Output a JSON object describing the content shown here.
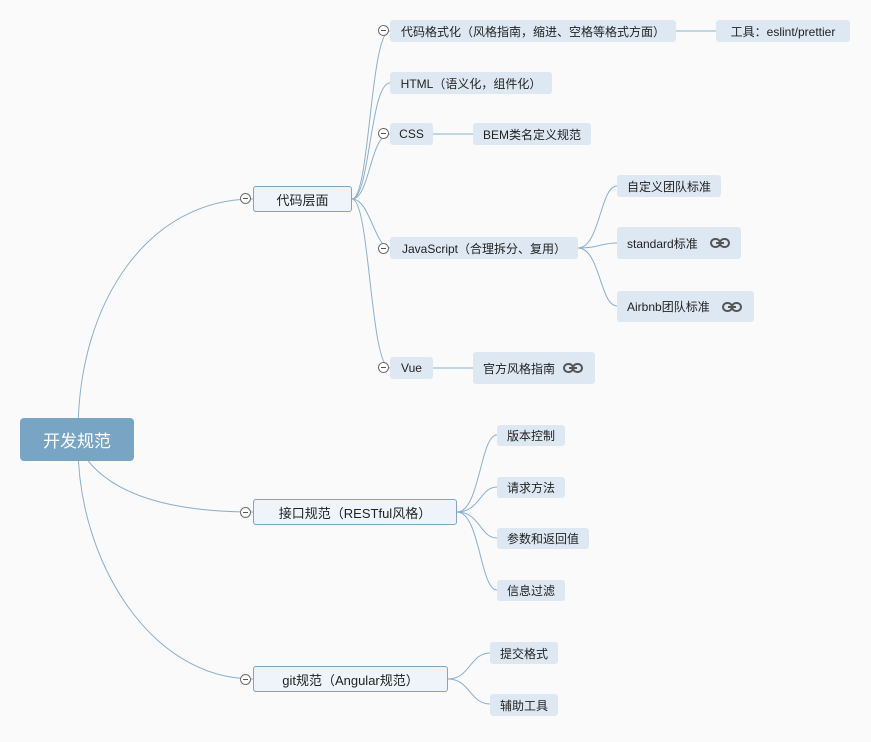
{
  "root": {
    "label": "开发规范"
  },
  "branches": {
    "code": {
      "label": "代码层面",
      "format": {
        "label": "代码格式化（风格指南，缩进、空格等格式方面）",
        "tool": "工具：eslint/prettier"
      },
      "html": {
        "label": "HTML（语义化，组件化）"
      },
      "css": {
        "label": "CSS",
        "bem": "BEM类名定义规范"
      },
      "js": {
        "label": "JavaScript（合理拆分、复用）",
        "custom": "自定义团队标准",
        "standard": "standard标准",
        "airbnb": "Airbnb团队标准"
      },
      "vue": {
        "label": "Vue",
        "guide": "官方风格指南"
      }
    },
    "api": {
      "label": "接口规范（RESTful风格）",
      "children": [
        "版本控制",
        "请求方法",
        "参数和返回值",
        "信息过滤"
      ]
    },
    "git": {
      "label": "git规范（Angular规范）",
      "children": [
        "提交格式",
        "辅助工具"
      ]
    }
  },
  "icons": {
    "collapse": "collapse-circle-icon",
    "link": "hyperlink-icon"
  },
  "colors": {
    "root_fill": "#78a5c4",
    "main_fill": "#eef4f9",
    "main_border": "#7fa6c4",
    "sub_fill": "#dde8f2",
    "line": "#8bb0cc",
    "background": "#fafafa"
  }
}
